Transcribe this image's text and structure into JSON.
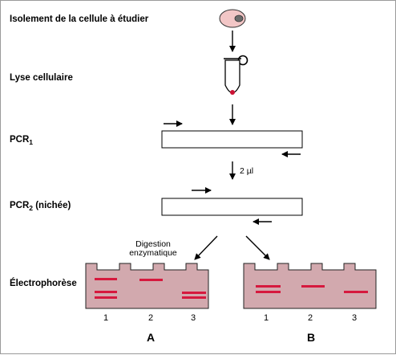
{
  "steps": {
    "isolation": "Isolement de la cellule à étudier",
    "lysis": "Lyse cellulaire",
    "pcr1": {
      "prefix": "PCR",
      "sub": "1",
      "suffix": ""
    },
    "pcr2": {
      "prefix": "PCR",
      "sub": "2",
      "suffix": " (nichée)"
    },
    "electrophoresis": "Électrophorèse"
  },
  "volume_label": "2 µl",
  "digestion_label": [
    "Digestion",
    "enzymatique"
  ],
  "gels": [
    {
      "name": "A",
      "lanes": [
        "1",
        "2",
        "3"
      ]
    },
    {
      "name": "B",
      "lanes": [
        "1",
        "2",
        "3"
      ]
    }
  ],
  "colors": {
    "cell_fill": "#f2c6c6",
    "nucleus": "#6b6b6b",
    "tube_pellet": "#cc1133",
    "gel_fill": "#d2a9ae",
    "band": "#d6193e"
  }
}
